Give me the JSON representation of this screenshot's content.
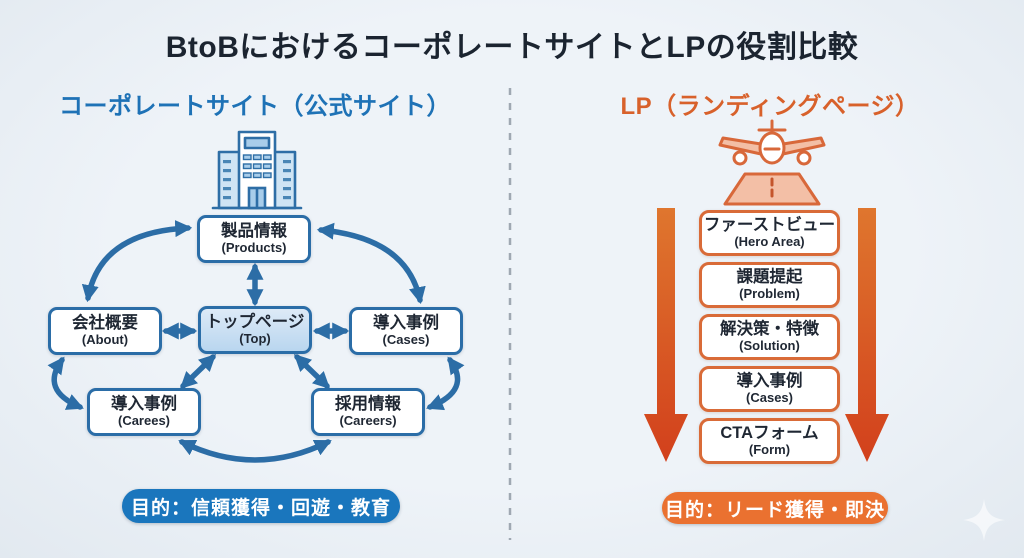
{
  "title": "BtoBにおけるコーポレートサイトとLPの役割比較",
  "left_panel": {
    "heading": "コーポレートサイト（公式サイト）",
    "icon": "office-building",
    "accent_color": "#1e72b6",
    "nodes": {
      "products": {
        "jp": "製品情報",
        "en": "(Products)"
      },
      "about": {
        "jp": "会社概要",
        "en": "(About)"
      },
      "top": {
        "jp": "トップページ",
        "en": "(Top)"
      },
      "cases": {
        "jp": "導入事例",
        "en": "(Cases)"
      },
      "cases2": {
        "jp": "導入事例",
        "en": "(Carees)"
      },
      "careers": {
        "jp": "採用情報",
        "en": "(Careers)"
      }
    },
    "purpose": "目的：信頼獲得・回遊・教育"
  },
  "right_panel": {
    "heading": "LP（ランディングページ）",
    "icon": "airplane-landing",
    "accent_color": "#d8612b",
    "steps": [
      {
        "jp": "ファーストビュー",
        "en": "(Hero Area)"
      },
      {
        "jp": "課題提起",
        "en": "(Problem)"
      },
      {
        "jp": "解決策・特徴",
        "en": "(Solution)"
      },
      {
        "jp": "導入事例",
        "en": "(Cases)"
      },
      {
        "jp": "CTAフォーム",
        "en": "(Form)"
      }
    ],
    "purpose": "目的：リード獲得・即決"
  },
  "colors": {
    "background": "#edf2f7",
    "blue_accent": "#1e72b6",
    "blue_arrow": "#2c6da6",
    "blue_pill": "#1a76bd",
    "orange_accent": "#d8612b",
    "orange_arrow_top": "#df762e",
    "orange_arrow_bottom": "#d2401c",
    "orange_pill": "#ea7130"
  }
}
